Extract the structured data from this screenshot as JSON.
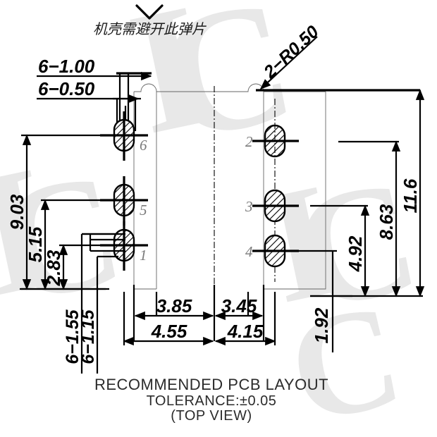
{
  "drawing": {
    "title": "RECOMMENDED PCB LAYOUT",
    "tolerance": "TOLERANCE:±0.05",
    "view": "(TOP VIEW)",
    "note_cn": "机壳需避开此弹片",
    "watermark": "ICIIC"
  },
  "callouts": [
    {
      "id": "hole-qty-1",
      "label": "6−1.00"
    },
    {
      "id": "hole-qty-2",
      "label": "6−0.50"
    },
    {
      "id": "radius",
      "label": "2−R0.50"
    }
  ],
  "dimensions": {
    "vertical_left": [
      {
        "id": "dim-9-03",
        "label": "9.03"
      },
      {
        "id": "dim-5-15",
        "label": "5.15"
      },
      {
        "id": "dim-2-83",
        "label": "2.83"
      }
    ],
    "vertical_right": [
      {
        "id": "dim-11-6",
        "label": "11.6"
      },
      {
        "id": "dim-8-63",
        "label": "8.63"
      },
      {
        "id": "dim-4-92",
        "label": "4.92"
      },
      {
        "id": "dim-1-92",
        "label": "1.92"
      }
    ],
    "horizontal_inner": [
      {
        "id": "dim-3-85",
        "label": "3.85"
      },
      {
        "id": "dim-3-45",
        "label": "3.45"
      }
    ],
    "horizontal_outer": [
      {
        "id": "dim-4-55",
        "label": "4.55"
      },
      {
        "id": "dim-4-15",
        "label": "4.15"
      }
    ],
    "vertical_bottom_left": [
      {
        "id": "dim-6-1-55",
        "label": "6−1.55"
      },
      {
        "id": "dim-6-1-15",
        "label": "6−1.15"
      }
    ]
  },
  "pads": {
    "left_column": [
      {
        "id": "pad-6",
        "number": "6"
      },
      {
        "id": "pad-5",
        "number": "5"
      },
      {
        "id": "pad-1",
        "number": "1"
      }
    ],
    "right_column": [
      {
        "id": "pad-2",
        "number": "2"
      },
      {
        "id": "pad-3",
        "number": "3"
      },
      {
        "id": "pad-4",
        "number": "4"
      }
    ]
  },
  "icons": {
    "chevron_down": "chevron-down-icon"
  },
  "colors": {
    "ink": "#000000",
    "pin_label": "#7a7a7a",
    "watermark": "#e8e8e8",
    "caption": "#2b2b2b"
  }
}
